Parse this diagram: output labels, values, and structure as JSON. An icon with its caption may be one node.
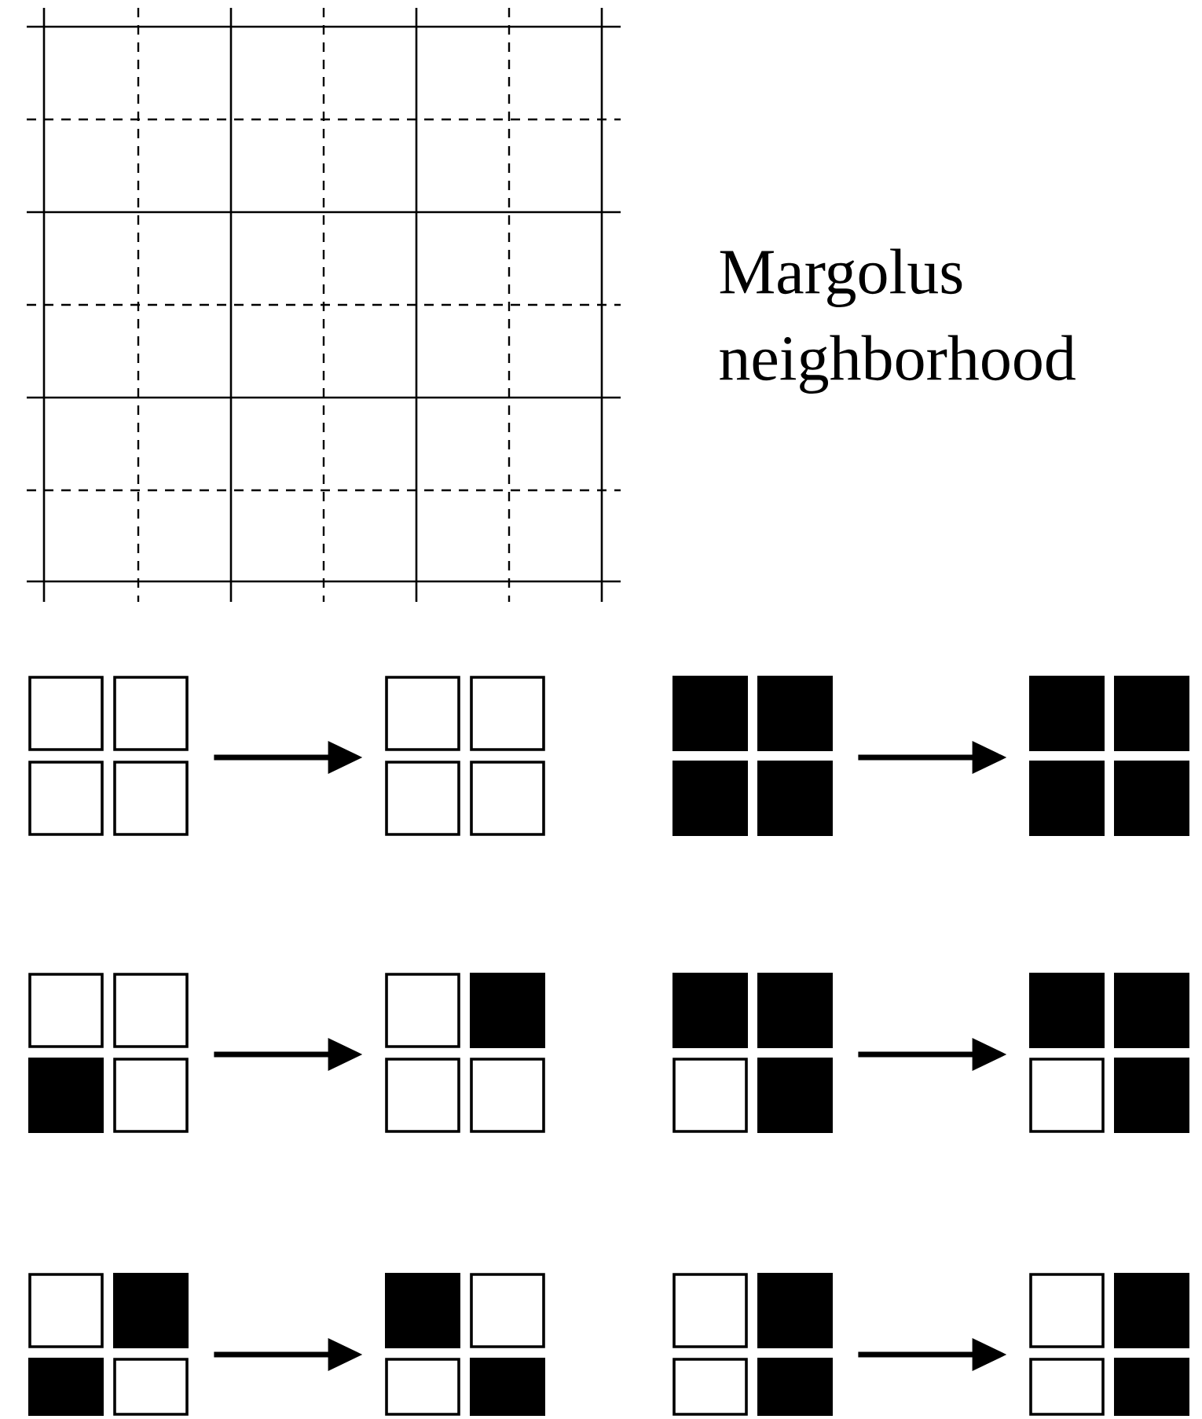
{
  "diagram": {
    "nodes": [
      {
        "text": [],
        "shape": "box"
      },
      {
        "text": [],
        "shape": "box"
      },
      {
        "text": [],
        "shape": "box"
      },
      {
        "text": [],
        "shape": "box"
      },
      {
        "text": [],
        "shape": "box"
      },
      {
        "text": [],
        "shape": "box"
      },
      {
        "text": [],
        "shape": "box"
      },
      {
        "text": [],
        "shape": "box"
      },
      {
        "text": [],
        "shape": "box"
      },
      {
        "text": [],
        "shape": "box"
      },
      {
        "text": [],
        "shape": "box"
      },
      {
        "text": [],
        "shape": "box"
      }
    ],
    "edges": [
      {
        "from": 0,
        "to": 1,
        "arrow": "to"
      },
      {
        "from": 2,
        "to": 3,
        "arrow": "to"
      },
      {
        "from": 4,
        "to": 5,
        "arrow": "to"
      },
      {
        "from": 6,
        "to": 7,
        "arrow": "to"
      },
      {
        "from": 8,
        "to": 9,
        "arrow": "to"
      },
      {
        "from": 10,
        "to": 11,
        "arrow": "to"
      }
    ],
    "labels": [
      "Margolus neighborhood"
    ]
  }
}
